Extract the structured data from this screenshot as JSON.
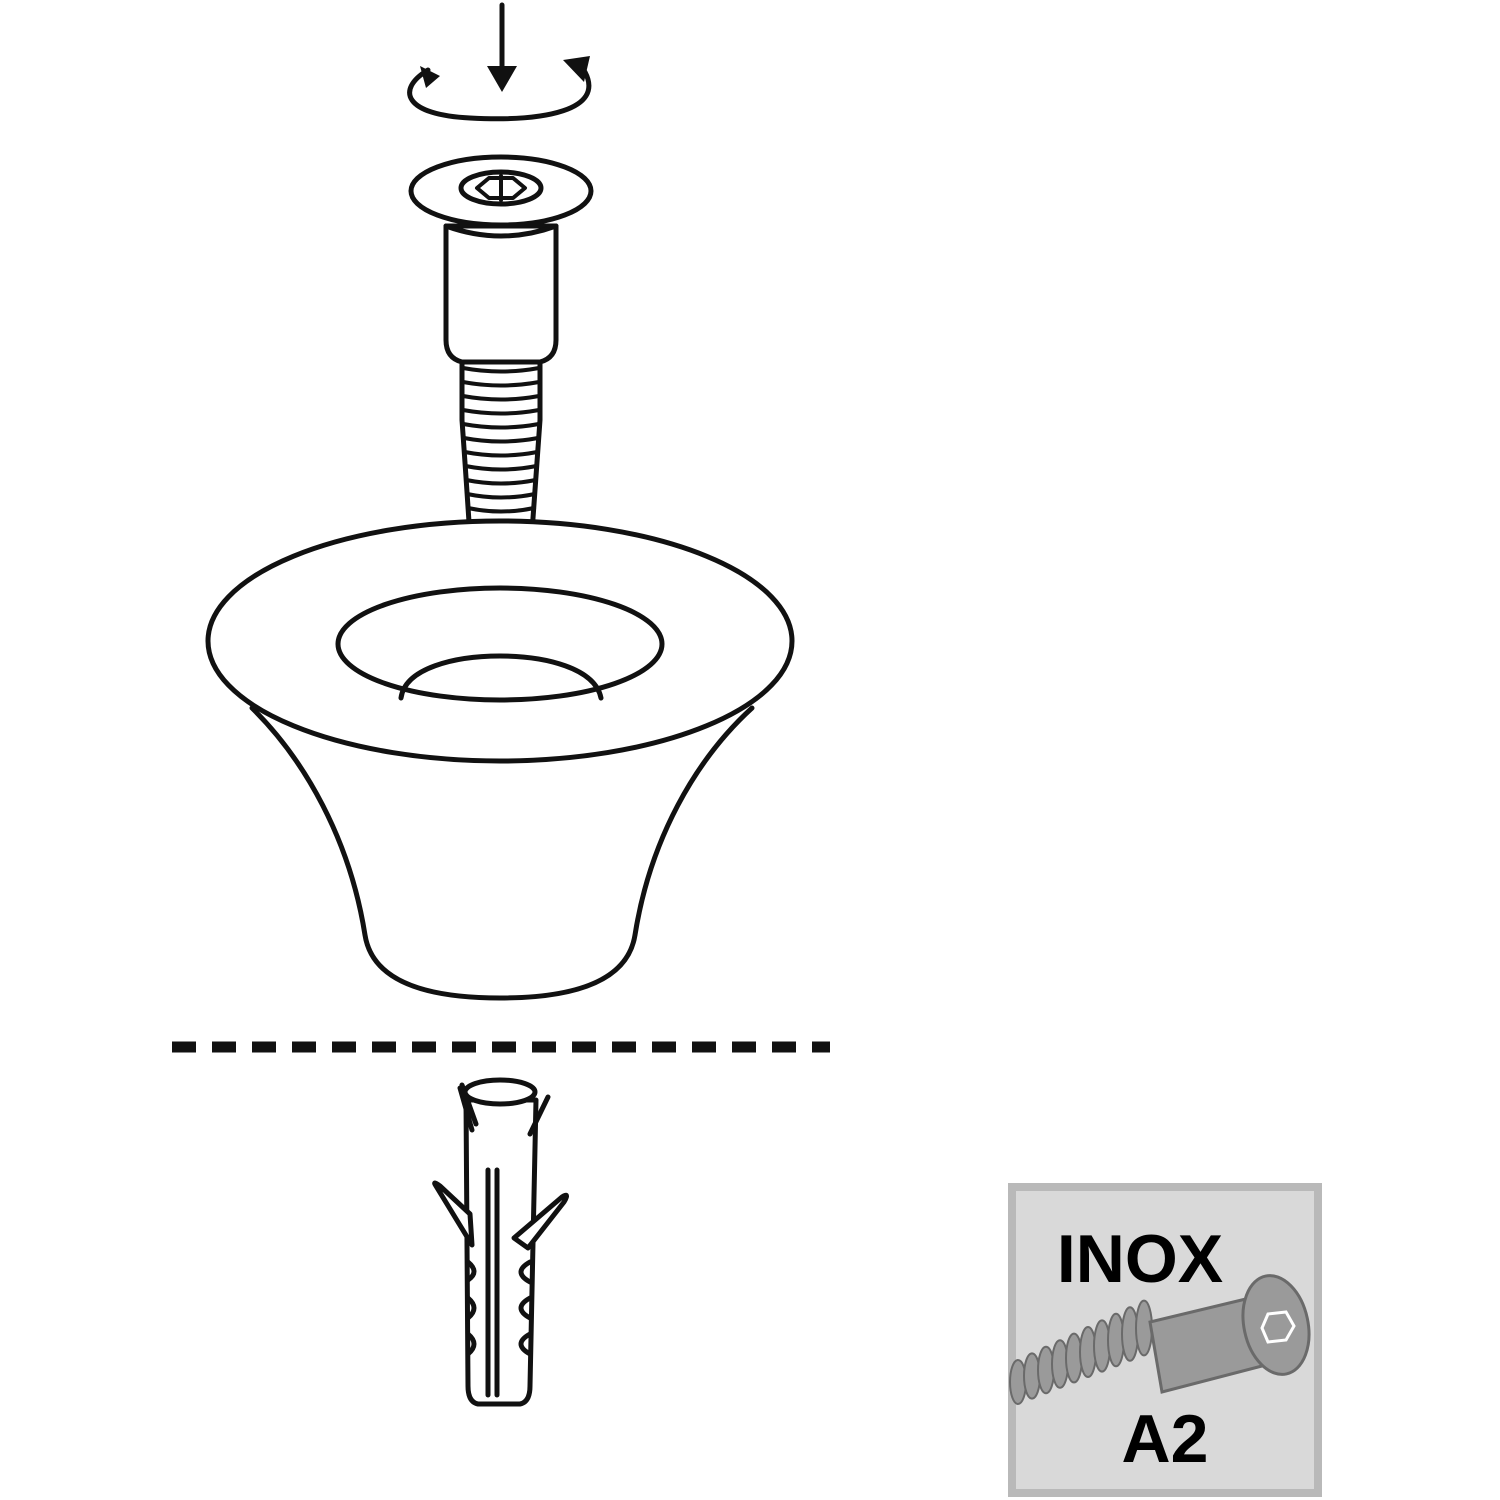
{
  "badge": {
    "material": "INOX",
    "grade": "A2",
    "colors": {
      "outer": "#b9b9b9",
      "inner": "#d9d9d9",
      "screw": "#9a9a9a"
    }
  },
  "icons": {
    "rotation": "rotate-screw-icon",
    "screw": "screw-icon",
    "knob": "knob-icon",
    "wall": "wall-line",
    "anchor": "wall-plug-icon"
  }
}
